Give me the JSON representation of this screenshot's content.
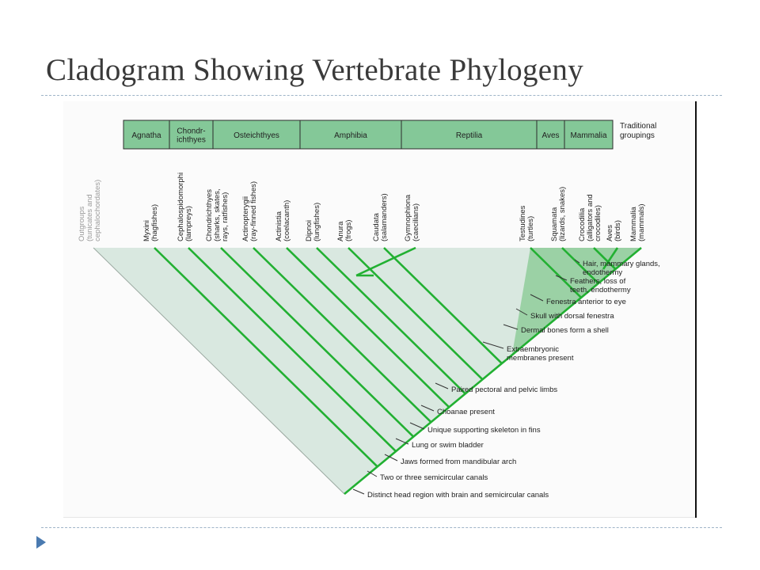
{
  "slide": {
    "title": "Cladogram Showing Vertebrate Phylogeny"
  },
  "groupings": {
    "items": [
      "Agnatha",
      "Chondr-|ichthyes",
      "Osteichthyes",
      "Amphibia",
      "Reptilia",
      "Aves",
      "Mammalia"
    ],
    "caption": "Traditional|groupings"
  },
  "taxa": [
    "Outgroups|(tunicates and|cephalochordates)",
    "Myxini|(hagfishes)",
    "Cephalospidomorphi|(lampreys)",
    "Chondrichthyes|(sharks, skates,|rays, ratfishes)",
    "Actinopterygii|(ray-finned fishes)",
    "Actinistia|(coelacanth)",
    "Dipnoi|(lungfishes)",
    "Anura|(frogs)",
    "Caudata|(salamanders)",
    "Gymnophiona|(caecilians)",
    "Testudines|(turtles)",
    "Squamata|(lizards, snakes)",
    "Crocodilia|(alligators and|crocodiles)",
    "Aves|(birds)",
    "Mammalia|(mammals)"
  ],
  "characters": [
    "Hair, mammary glands,|endothermy",
    "Feathers, loss of|teeth, endothermy",
    "Fenestra anterior to eye",
    "Skull with dorsal fenestra",
    "Dermal bones form a shell",
    "Extraembryonic|membranes present",
    "Paired pectoral and pelvic limbs",
    "Choanae present",
    "Unique supporting skeleton in fins",
    "Lung or swim bladder",
    "Jaws formed from mandibular arch",
    "Two or three semicircular canals",
    "Distinct head region with brain and semicircular canals"
  ],
  "colors": {
    "page_bg": "#ffffff",
    "figure_bg": "#fbfbfb",
    "band_fill": "#84c898",
    "band_stroke": "#2c2c2c",
    "branch": "#22b032",
    "light_fill": "#d9e8e0",
    "dark_fill": "#8fcc9a",
    "outgroup_text": "#9a9a9a",
    "text": "#222222",
    "title": "#3a3a3a",
    "rule": "#9fb4c8",
    "bullet": "#4a7ab0"
  }
}
